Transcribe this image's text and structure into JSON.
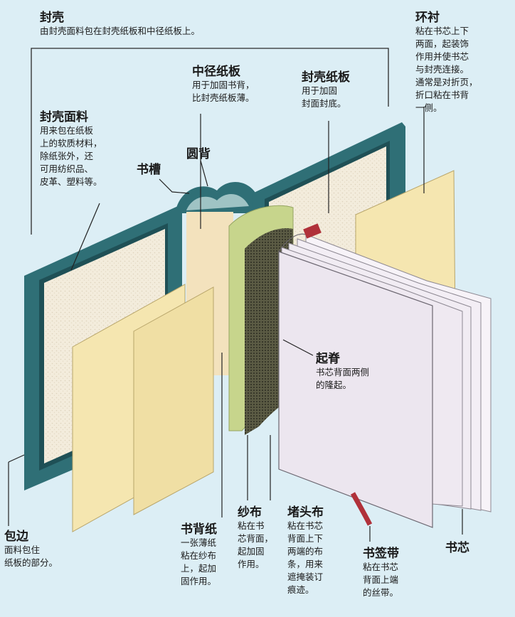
{
  "labels": {
    "cover": {
      "title": "封壳",
      "desc": "由封壳面料包在封壳纸板和中径纸板上。"
    },
    "endpaper": {
      "title": "环衬",
      "desc": "粘在书芯上下\n两面，起装饰\n作用并使书芯\n与封壳连接。\n通常是对折页，\n折口粘在书背\n一侧。"
    },
    "middle_board": {
      "title": "中径纸板",
      "desc": "用于加固书背，\n比封壳纸板薄。"
    },
    "cover_board": {
      "title": "封壳纸板",
      "desc": "用于加固\n封面封底。"
    },
    "cover_fabric": {
      "title": "封壳面料",
      "desc": "用来包在纸板\n上的软质材料，\n除纸张外，还\n可用纺织品、\n皮革、塑料等。"
    },
    "groove": {
      "title": "书槽"
    },
    "round_back": {
      "title": "圆背"
    },
    "ridge": {
      "title": "起脊",
      "desc": "书芯背面两侧\n的隆起。"
    },
    "wrap_edge": {
      "title": "包边",
      "desc": "面料包住\n纸板的部分。"
    },
    "spine_paper": {
      "title": "书背纸",
      "desc": "一张薄纸\n粘在纱布\n上，起加\n固作用。"
    },
    "gauze": {
      "title": "纱布",
      "desc": "粘在书\n芯背面，\n起加固\n作用。"
    },
    "headband": {
      "title": "堵头布",
      "desc": "粘在书芯\n背面上下\n两端的布\n条，用来\n遮掩装订\n痕迹。"
    },
    "ribbon": {
      "title": "书签带",
      "desc": "粘在书芯\n背面上端\n的丝带。"
    },
    "book_block": {
      "title": "书芯"
    }
  },
  "colors": {
    "background": "#dceef5",
    "cover_teal": "#2f6f76",
    "cover_dark": "#24575d",
    "board_cream": "#f2ead9",
    "endpaper_yellow": "#f5e6b0",
    "gauze_dark": "#4a4a38",
    "spine_green": "#c7d58c",
    "block_face": "#ece6ef",
    "ribbon_red": "#b0313a"
  }
}
